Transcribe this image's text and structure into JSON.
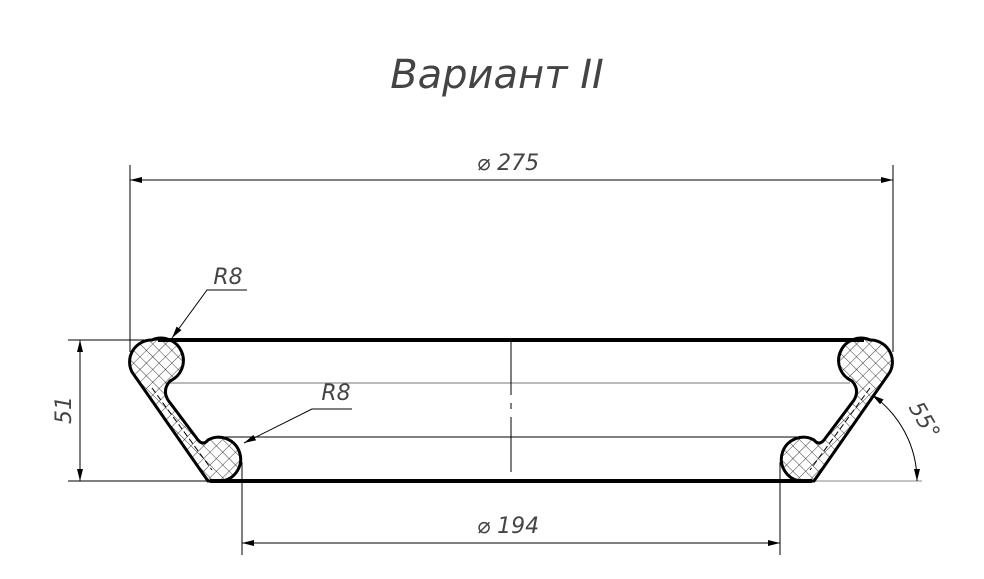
{
  "title": "Вариант II",
  "dimensions": {
    "outer_diameter": "⌀ 275",
    "inner_diameter": "⌀ 194",
    "height": "51",
    "radius_top": "R8",
    "radius_bottom": "R8",
    "angle": "55°"
  }
}
